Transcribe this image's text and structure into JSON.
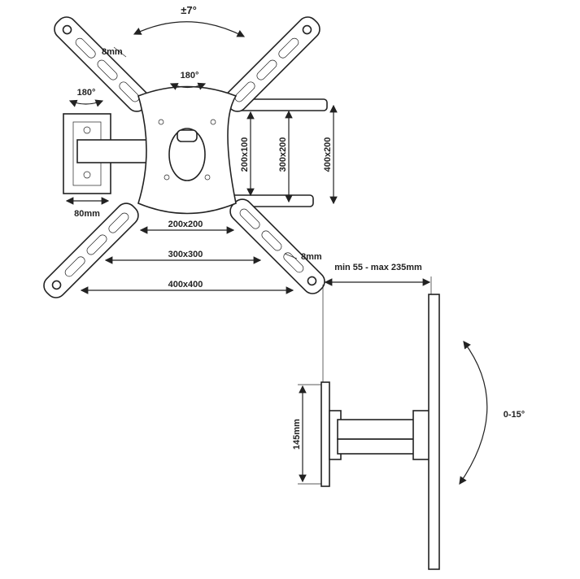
{
  "labels": {
    "tilt_swivel": "±7°",
    "slot_width_top": "8mm",
    "rotation_plate": "180°",
    "rotation_wall": "180°",
    "wall_plate_width": "80mm",
    "vesa_200x100": "200x100",
    "vesa_300x200": "300x200",
    "vesa_400x200": "400x200",
    "vesa_200x200": "200x200",
    "vesa_300x300": "300x300",
    "slot_width_bottom": "8mm",
    "vesa_400x400": "400x400",
    "wall_distance": "min 55 - max 235mm",
    "wall_plate_height": "145mm",
    "tilt_range": "0-15°"
  }
}
